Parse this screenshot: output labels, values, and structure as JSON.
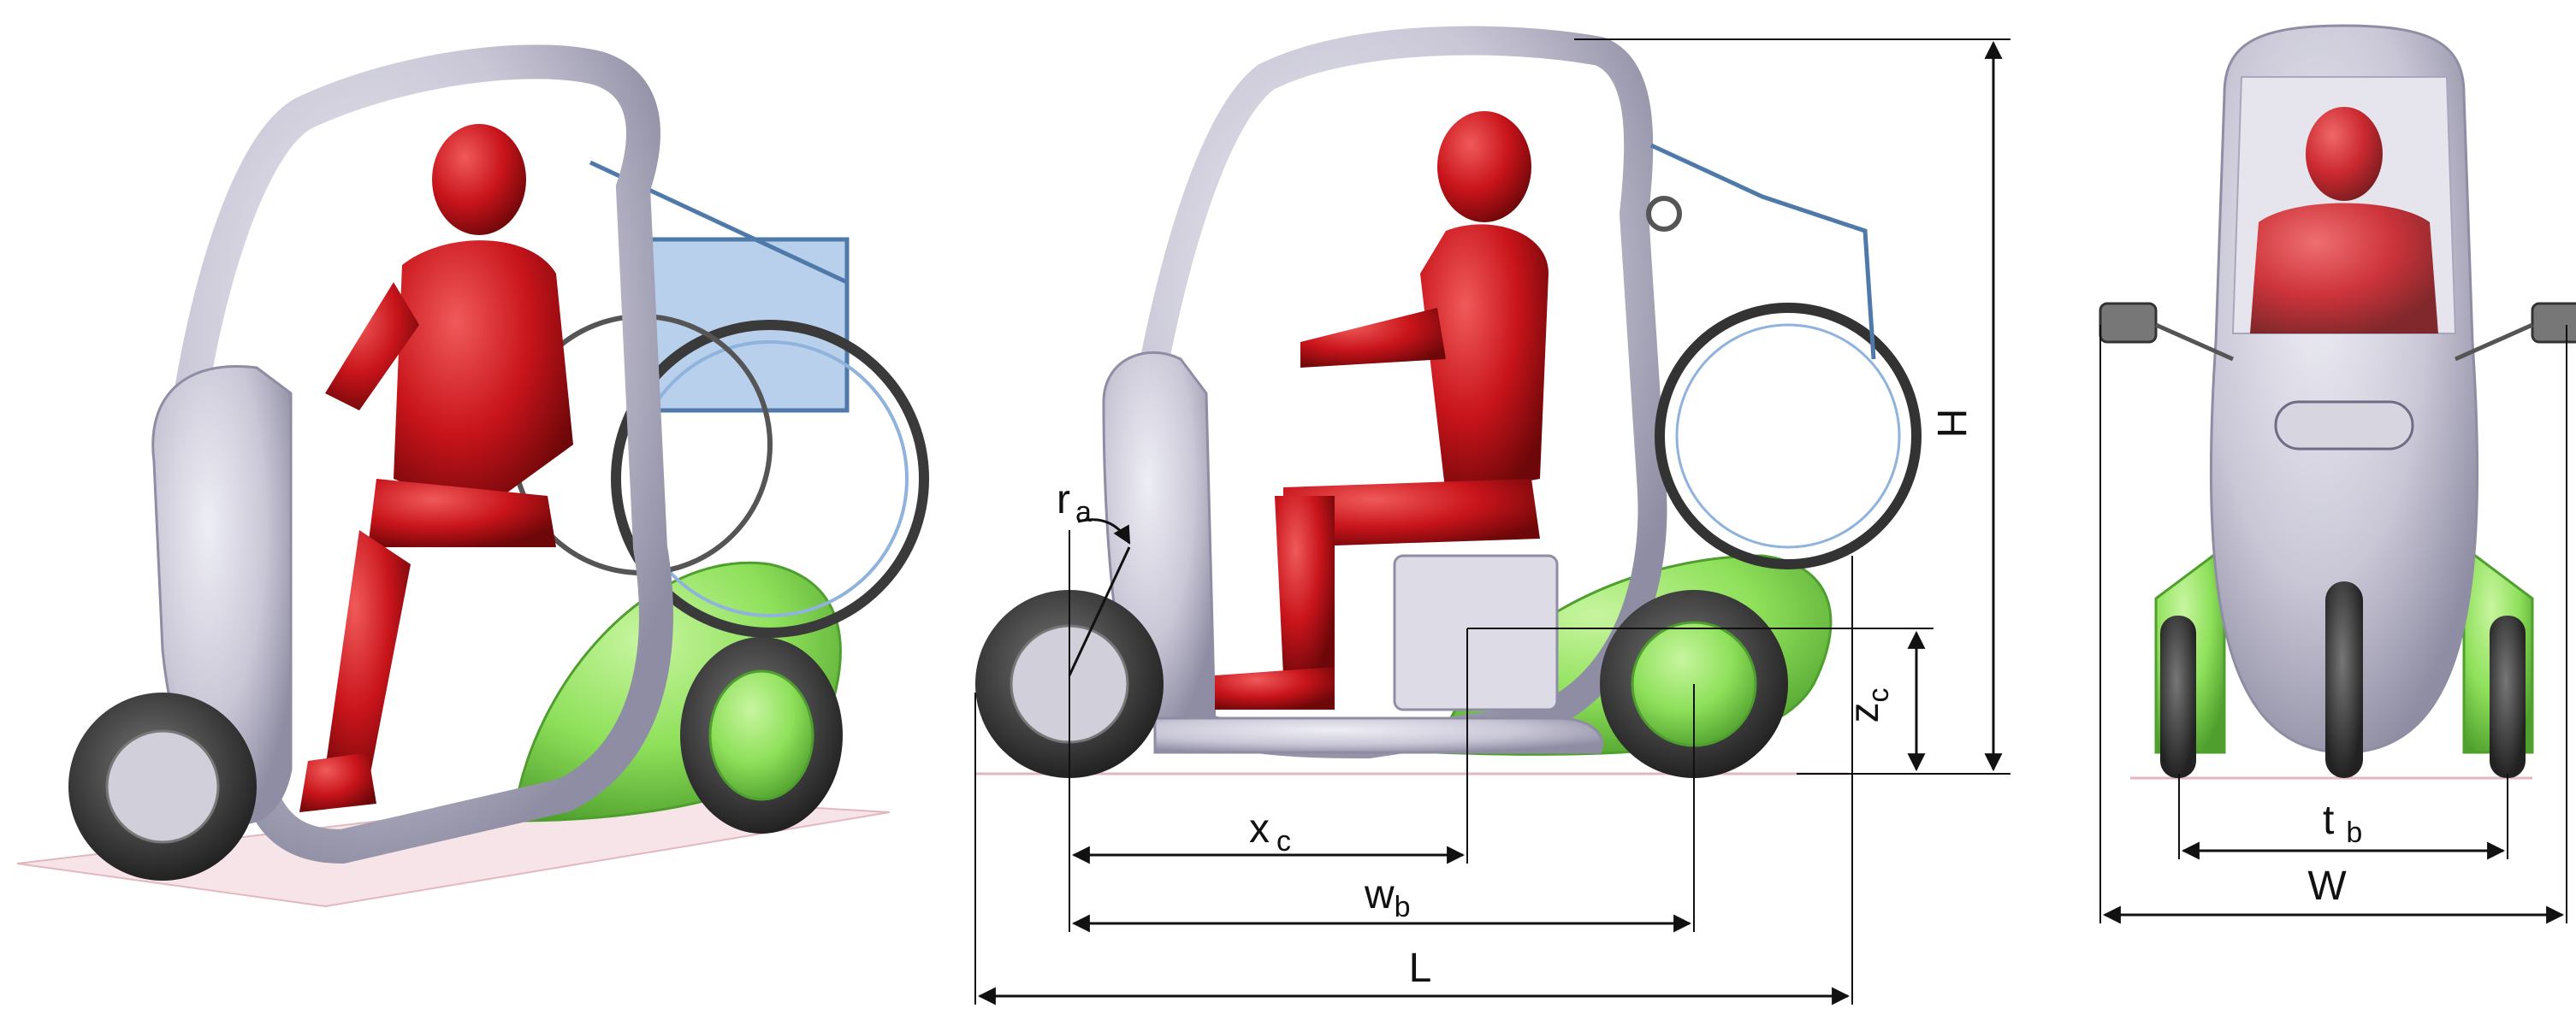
{
  "colors": {
    "body_shell": "#c9c7d6",
    "body_shell_dark": "#8f8da3",
    "mannequin": "#c8141b",
    "mannequin_dark": "#7d0a0e",
    "wheelchair": "#8fb3dc",
    "wheelchair_dark": "#4f79a8",
    "rear_fairing": "#8ee05a",
    "rear_fairing_dark": "#4f9f2e",
    "tire": "#3a3a3a",
    "ground": "#f0d6dc",
    "dimension": "#111111"
  },
  "dimensions": {
    "H": "H",
    "r_a": {
      "base": "r",
      "sub": "a"
    },
    "x_c": {
      "base": "x",
      "sub": "c"
    },
    "z_c": {
      "base": "z",
      "sub": "c"
    },
    "w_b": {
      "base": "w",
      "sub": "b"
    },
    "L": "L",
    "t_b": {
      "base": "t",
      "sub": "b"
    },
    "W": "W"
  }
}
